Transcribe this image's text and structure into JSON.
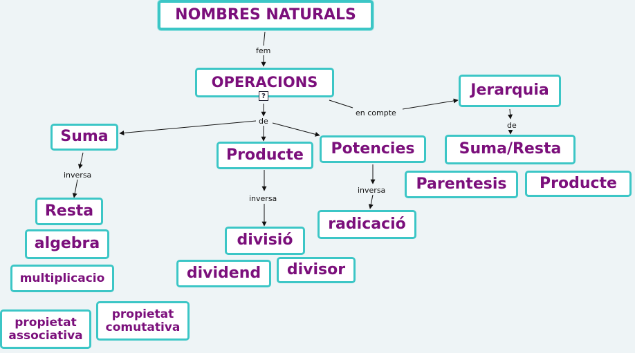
{
  "colors": {
    "node_text": "#7b0f7b",
    "node_border": "#3cc6c6",
    "background": "#eef4f6"
  },
  "nodes": {
    "nombres_naturals": "NOMBRES NATURALS",
    "operacions": "OPERACIONS",
    "jerarquia": "Jerarquia",
    "suma": "Suma",
    "producte": "Producte",
    "potencies": "Potencies",
    "suma_resta": "Suma/Resta",
    "parentesis": "Parentesis",
    "producte_2": "Producte",
    "resta": "Resta",
    "algebra": "algebra",
    "multiplicacio": "multiplicacio",
    "propietat_associativa": "propietat\nassociativa",
    "propietat_comutativa": "propietat\ncomutativa",
    "divisio": "divisió",
    "dividend": "dividend",
    "divisor": "divisor",
    "radicacio": "radicació"
  },
  "links": {
    "fem": "fem",
    "de": "de",
    "en_compte": "en compte",
    "de_2": "de",
    "inversa_1": "inversa",
    "inversa_2": "inversa",
    "inversa_3": "inversa"
  },
  "icons": {
    "operacions_resource": "question-doc-icon"
  }
}
